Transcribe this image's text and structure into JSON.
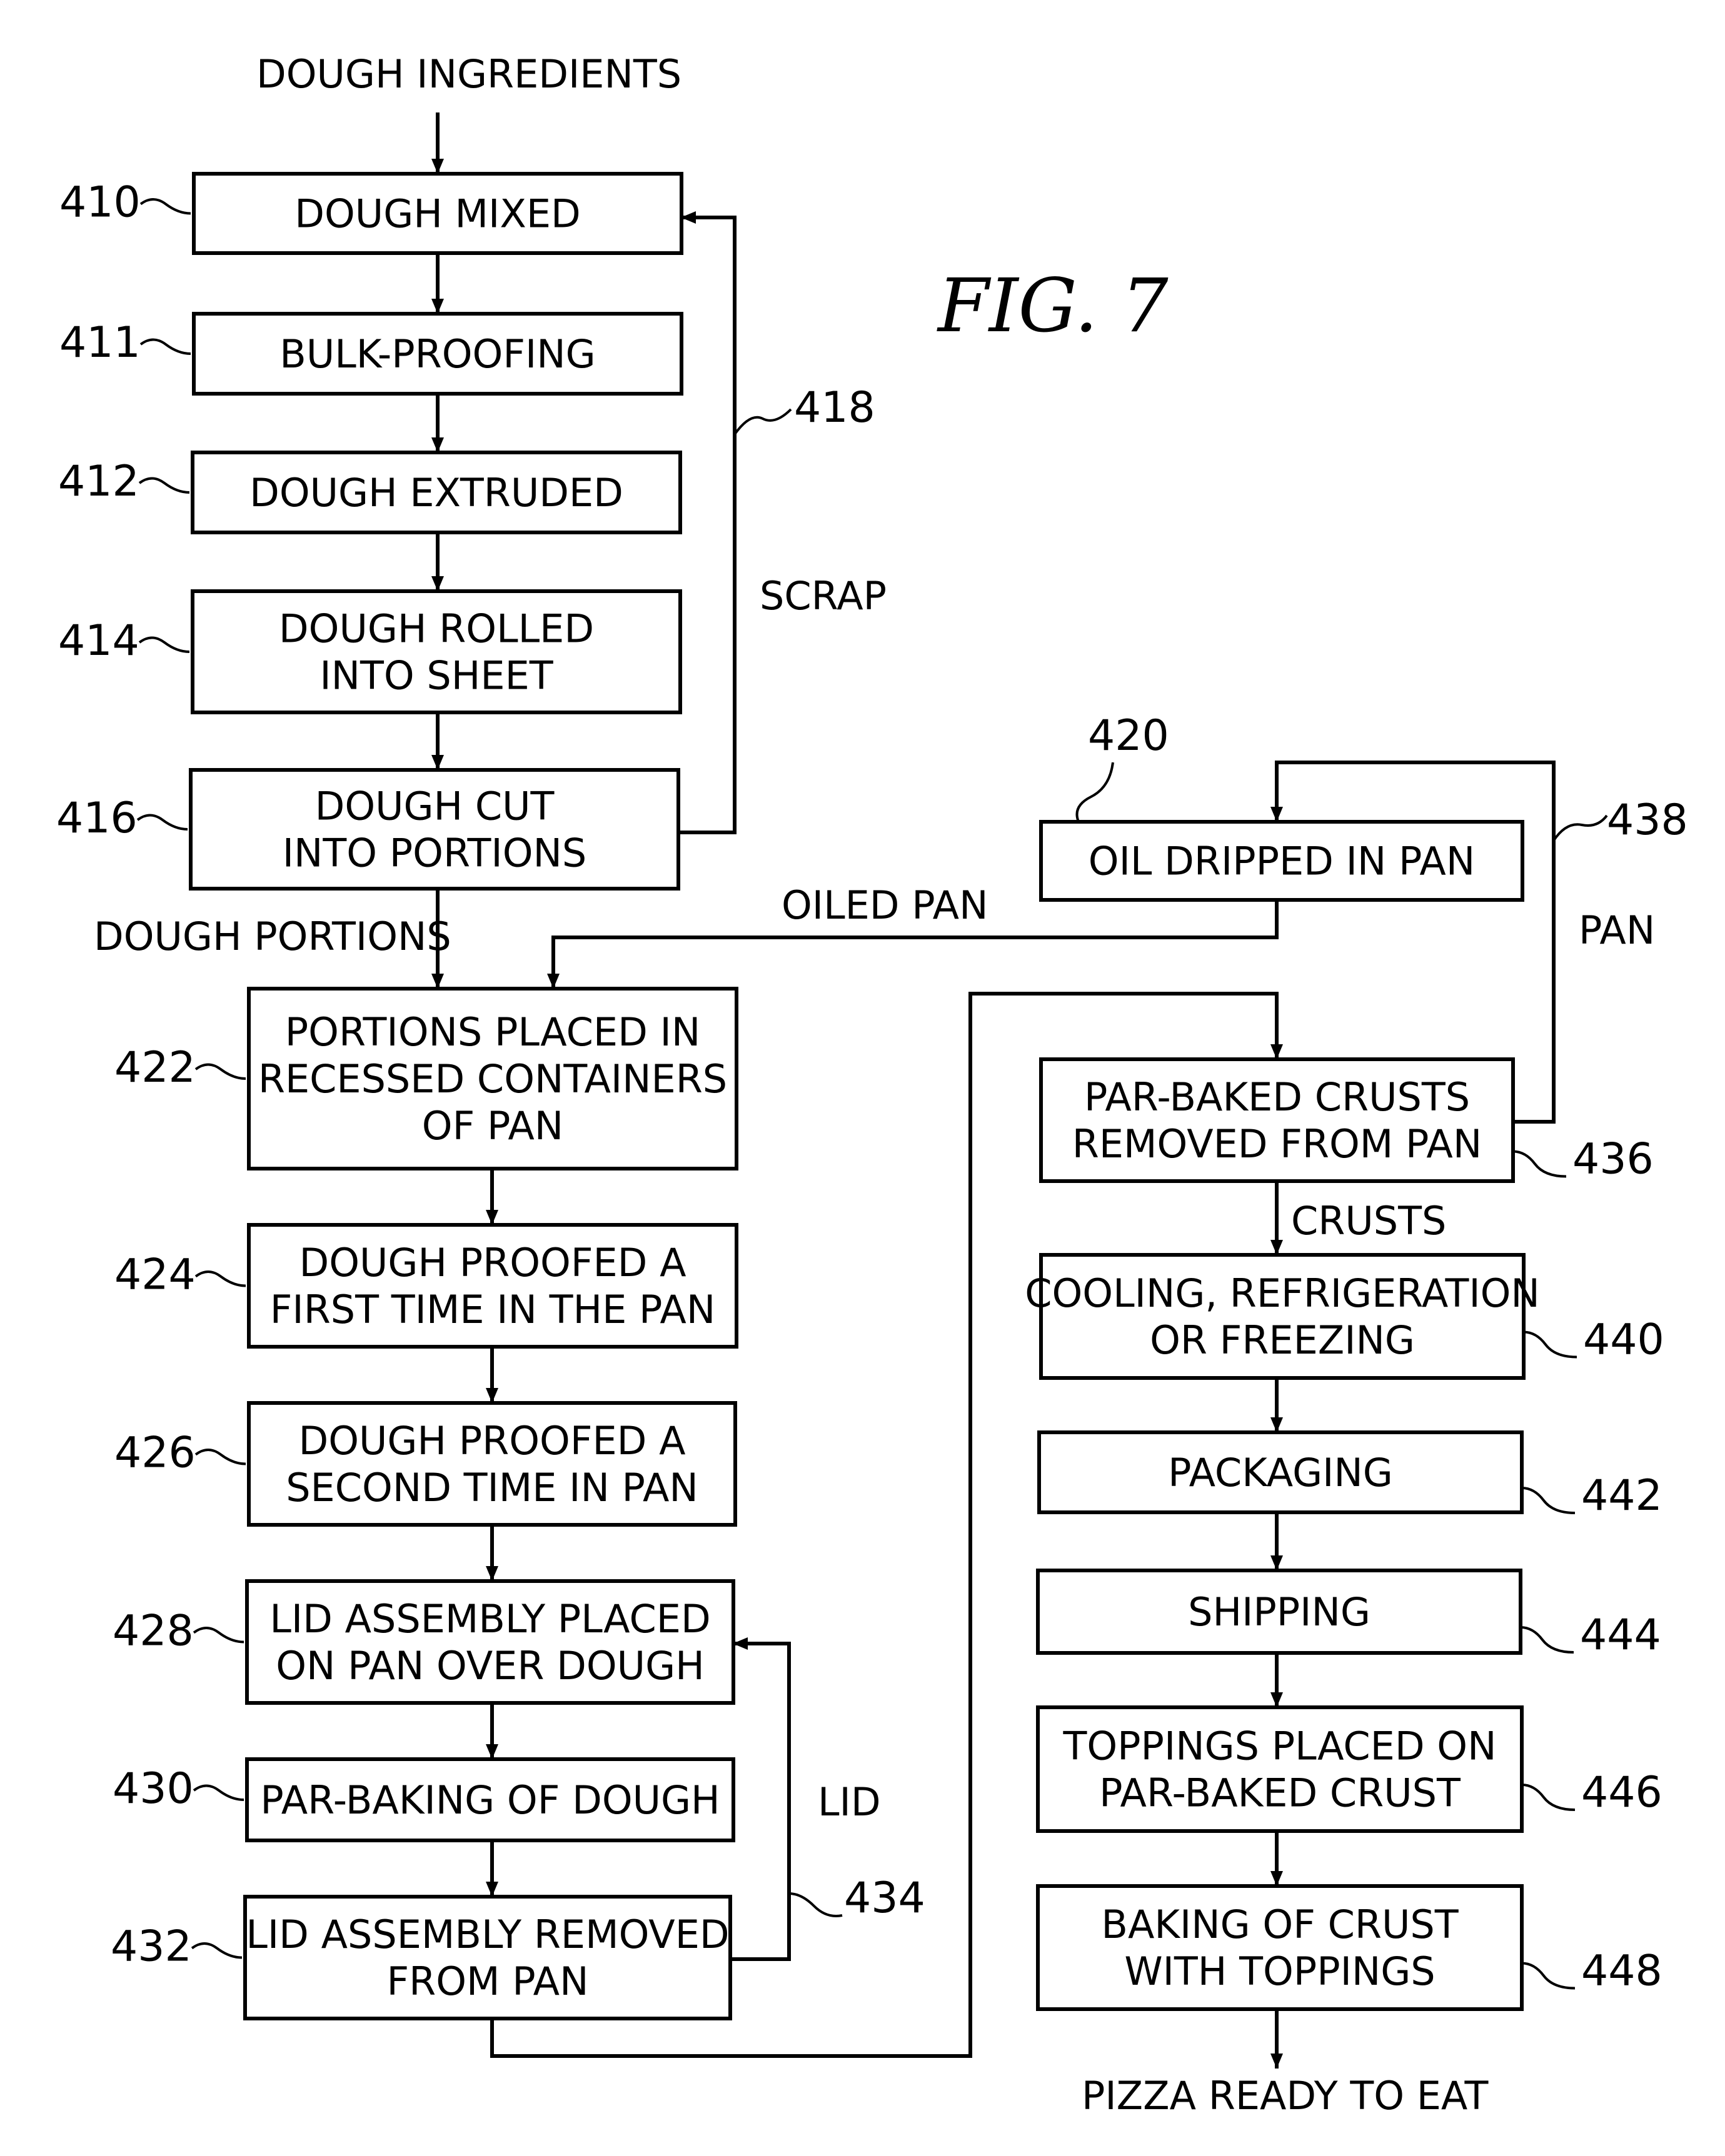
{
  "figure": {
    "title": "FIG. 7"
  },
  "labels": {
    "dough_ingredients": "DOUGH INGREDIENTS",
    "dough_portions": "DOUGH PORTIONS",
    "scrap": "SCRAP",
    "oiled_pan": "OILED PAN",
    "pan": "PAN",
    "crusts": "CRUSTS",
    "lid": "LID",
    "pizza_ready": "PIZZA READY TO EAT"
  },
  "steps": {
    "s410": {
      "ref": "410",
      "lines": [
        "DOUGH MIXED"
      ]
    },
    "s411": {
      "ref": "411",
      "lines": [
        "BULK-PROOFING"
      ]
    },
    "s412": {
      "ref": "412",
      "lines": [
        "DOUGH EXTRUDED"
      ]
    },
    "s414": {
      "ref": "414",
      "lines": [
        "DOUGH ROLLED",
        "INTO SHEET"
      ]
    },
    "s416": {
      "ref": "416",
      "lines": [
        "DOUGH CUT",
        "INTO PORTIONS"
      ]
    },
    "s420": {
      "ref": "420",
      "lines": [
        "OIL DRIPPED IN PAN"
      ]
    },
    "s422": {
      "ref": "422",
      "lines": [
        "PORTIONS PLACED IN",
        "RECESSED CONTAINERS",
        "OF PAN"
      ]
    },
    "s424": {
      "ref": "424",
      "lines": [
        "DOUGH PROOFED A",
        "FIRST TIME IN THE PAN"
      ]
    },
    "s426": {
      "ref": "426",
      "lines": [
        "DOUGH PROOFED A",
        "SECOND TIME IN PAN"
      ]
    },
    "s428": {
      "ref": "428",
      "lines": [
        "LID ASSEMBLY PLACED",
        "ON PAN OVER DOUGH"
      ]
    },
    "s430": {
      "ref": "430",
      "lines": [
        "PAR-BAKING OF DOUGH"
      ]
    },
    "s432": {
      "ref": "432",
      "lines": [
        "LID ASSEMBLY REMOVED",
        "FROM PAN"
      ]
    },
    "s436": {
      "ref": "436",
      "lines": [
        "PAR-BAKED CRUSTS",
        "REMOVED FROM PAN"
      ]
    },
    "s440": {
      "ref": "440",
      "lines": [
        "COOLING, REFRIGERATION",
        "OR FREEZING"
      ]
    },
    "s442": {
      "ref": "442",
      "lines": [
        "PACKAGING"
      ]
    },
    "s444": {
      "ref": "444",
      "lines": [
        "SHIPPING"
      ]
    },
    "s446": {
      "ref": "446",
      "lines": [
        "TOPPINGS PLACED ON",
        "PAR-BAKED CRUST"
      ]
    },
    "s448": {
      "ref": "448",
      "lines": [
        "BAKING OF CRUST",
        "WITH TOPPINGS"
      ]
    }
  },
  "loops": {
    "l418": {
      "ref": "418"
    },
    "l434": {
      "ref": "434"
    },
    "l438": {
      "ref": "438"
    }
  }
}
